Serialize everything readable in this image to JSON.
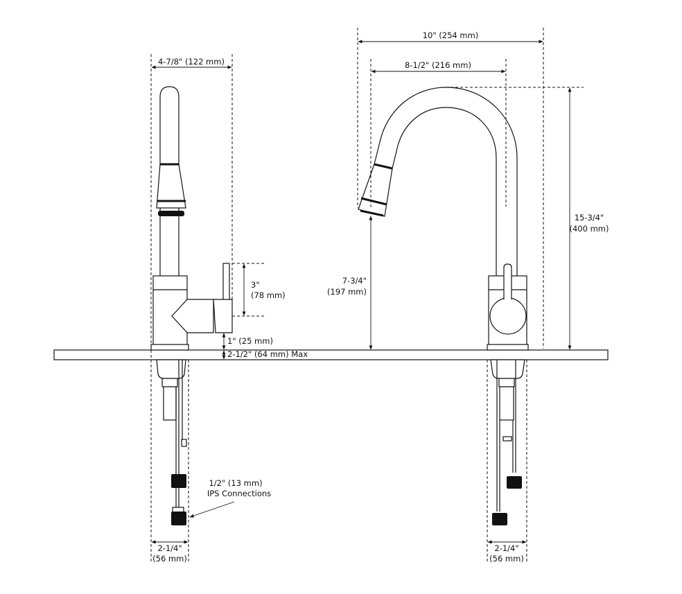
{
  "dimensions": {
    "side_width": "4-7/8\" (122 mm)",
    "lever_height_in": "3\"",
    "lever_height_mm": "(78 mm)",
    "handle_clearance": "1\" (25 mm)",
    "deck_thickness": "2-1/2\" (64 mm) Max",
    "left_base_width_in": "2-1/4\"",
    "left_base_width_mm": "(56 mm)",
    "ips_size": "1/2\" (13 mm)",
    "ips_label": "IPS Connections",
    "reach_total": "10\" (254 mm)",
    "reach_spout": "8-1/2\" (216 mm)",
    "total_height_in": "15-3/4\"",
    "total_height_mm": "(400 mm)",
    "spout_height_in": "7-3/4\"",
    "spout_height_mm": "(197 mm)",
    "right_base_width_in": "2-1/4\"",
    "right_base_width_mm": "(56 mm)"
  }
}
